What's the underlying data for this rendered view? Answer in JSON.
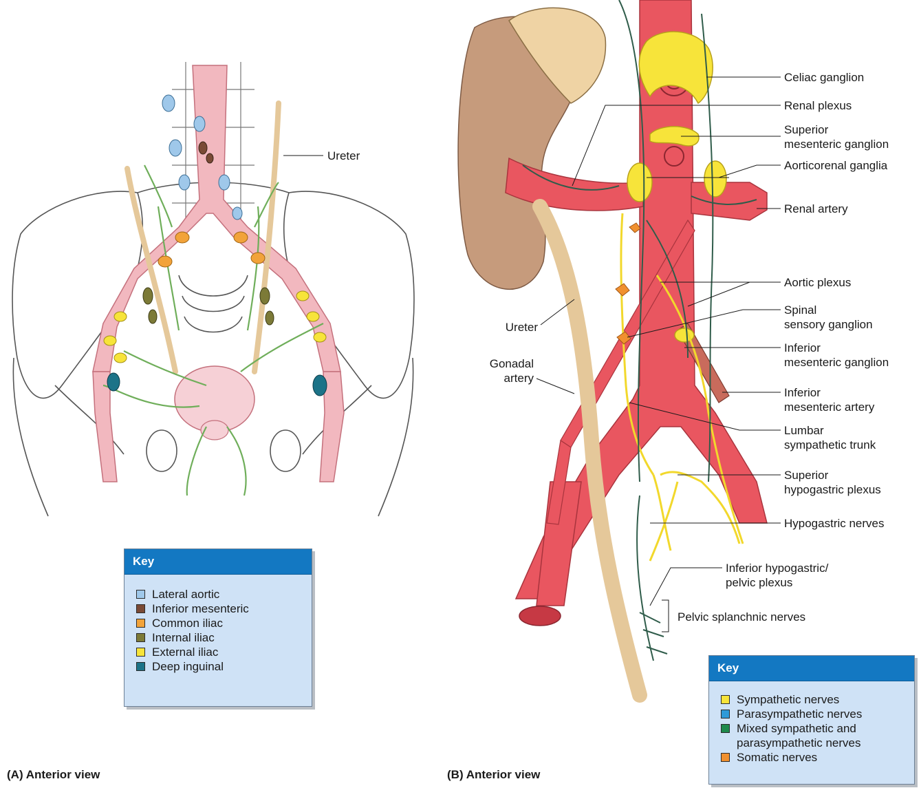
{
  "panel_a": {
    "caption": "(A) Anterior view",
    "labels": {
      "ureter": "Ureter"
    },
    "key": {
      "title": "Key",
      "items": [
        {
          "label": "Lateral aortic",
          "color": "#9fc8ea"
        },
        {
          "label": "Inferior mesenteric",
          "color": "#7a4a36"
        },
        {
          "label": "Common iliac",
          "color": "#f2a33a"
        },
        {
          "label": "Internal iliac",
          "color": "#7c7a37"
        },
        {
          "label": "External iliac",
          "color": "#f7e43a"
        },
        {
          "label": "Deep inguinal",
          "color": "#1c7388"
        }
      ]
    }
  },
  "panel_b": {
    "caption": "(B) Anterior view",
    "labels": {
      "celiac_ganglion": "Celiac ganglion",
      "renal_plexus": "Renal plexus",
      "sup_mes_ganglion_1": "Superior",
      "sup_mes_ganglion_2": "mesenteric ganglion",
      "aorticorenal_ganglia": "Aorticorenal ganglia",
      "renal_artery": "Renal artery",
      "aortic_plexus": "Aortic plexus",
      "spinal_ganglion_1": "Spinal",
      "spinal_ganglion_2": "sensory ganglion",
      "inf_mes_ganglion_1": "Inferior",
      "inf_mes_ganglion_2": "mesenteric ganglion",
      "inf_mes_artery_1": "Inferior",
      "inf_mes_artery_2": "mesenteric artery",
      "lumbar_trunk_1": "Lumbar",
      "lumbar_trunk_2": "sympathetic trunk",
      "sup_hypogastric_1": "Superior",
      "sup_hypogastric_2": "hypogastric plexus",
      "hypogastric_nerves": "Hypogastric nerves",
      "inf_hypogastric_1": "Inferior hypogastric/",
      "inf_hypogastric_2": "pelvic plexus",
      "pelvic_splanchnic": "Pelvic splanchnic nerves",
      "ureter": "Ureter",
      "gonadal_1": "Gonadal",
      "gonadal_2": "artery"
    },
    "key": {
      "title": "Key",
      "items": [
        {
          "label": "Sympathetic nerves",
          "color": "#f7e43a"
        },
        {
          "label": "Parasympathetic nerves",
          "color": "#2f9ad8"
        },
        {
          "label": "Mixed sympathetic and",
          "label2": "parasympathetic nerves",
          "color": "#1f8a4c"
        },
        {
          "label": "Somatic nerves",
          "color": "#f0902f"
        }
      ]
    }
  }
}
